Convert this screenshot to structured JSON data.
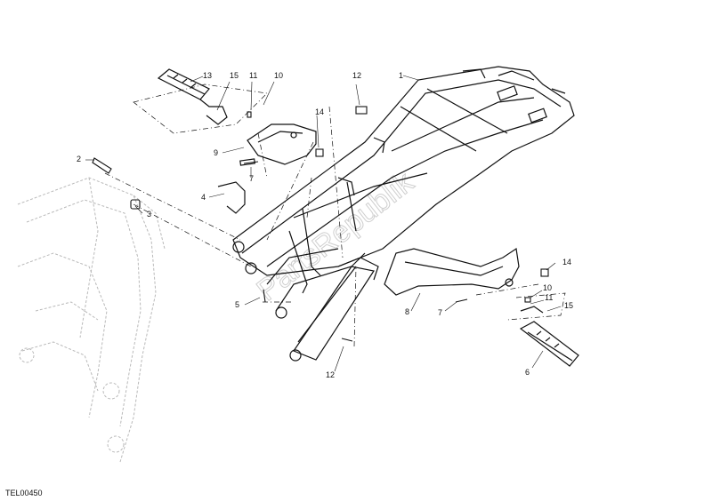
{
  "diagram": {
    "reference_code": "TEL00450",
    "watermark": "PartsRepublik",
    "callouts": [
      "1",
      "2",
      "3",
      "4",
      "5",
      "6",
      "7",
      "7",
      "8",
      "9",
      "10",
      "10",
      "11",
      "11",
      "12",
      "12",
      "13",
      "14",
      "14",
      "15",
      "15"
    ]
  },
  "colors": {
    "line": "#111111",
    "faint": "#b9b9b9",
    "watermark": "#cfcfcf"
  }
}
